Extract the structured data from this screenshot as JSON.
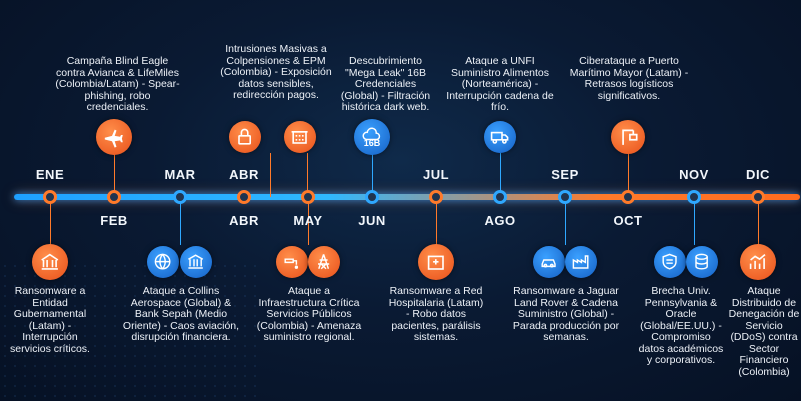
{
  "months": {
    "ene": "ENE",
    "feb": "FEB",
    "mar": "MAR",
    "abr1": "ABR",
    "abr2": "ABR",
    "may": "MAY",
    "jun": "JUN",
    "jul": "JUL",
    "ago": "AGO",
    "sep": "SEP",
    "oct": "OCT",
    "nov": "NOV",
    "dic": "DIC"
  },
  "events": {
    "feb": "Campaña Blind Eagle contra Avianca & LifeMiles (Colombia/Latam) - Spear-phishing, robo credenciales.",
    "abr": "Intrusiones Masivas a Colpensiones & EPM (Colombia) - Exposición datos sensibles, redirección pagos.",
    "jun": "Descubrimiento \"Mega Leak\" 16B Credenciales (Global) - Filtración histórica dark web.",
    "ago": "Ataque a UNFI Suministro Alimentos (Norteamérica) - Interrupción cadena de frío.",
    "oct": "Ciberataque a Puerto Marítimo Mayor (Latam) - Retrasos logísticos significativos.",
    "ene": "Ransomware a Entidad Gubernamental (Latam) - Interrupción servicios críticos.",
    "mar": "Ataque a Collins Aerospace (Global) & Bank Sepah (Medio Oriente) - Caos aviación, disrupción financiera.",
    "may": "Ataque a Infraestructura Crítica Servicios Públicos (Colombia) - Amenaza suministro regional.",
    "jul": "Ransomware a Red Hospitalaria (Latam) - Robo datos pacientes, parálisis sistemas.",
    "sep": "Ransomware a Jaguar Land Rover & Cadena Suministro (Global) - Parada producción por semanas.",
    "nov": "Brecha Univ. Pennsylvania & Oracle (Global/EE.UU.) - Compromiso datos académicos y corporativos.",
    "dic": "Ataque Distribuido de Denegación de Servicio (DDoS) contra Sector Financiero (Colombia)"
  },
  "icon_labels": {
    "jun": "16B"
  },
  "colors": {
    "orange": "#ff7a2a",
    "blue": "#2fa8ff",
    "background": "#0a1a33"
  },
  "icons": {
    "feb": "plane-mail-icon",
    "abr_a": "lock-icon",
    "abr_b": "building-icon",
    "jun": "cloud-icon",
    "ago": "truck-icon",
    "oct": "crane-icon",
    "ene": "government-building-icon",
    "mar_a": "globe-icon",
    "mar_b": "bank-icon",
    "may_a": "water-tap-icon",
    "may_b": "power-tower-icon",
    "jul": "hospital-icon",
    "sep_a": "car-icon",
    "sep_b": "factory-icon",
    "nov_a": "university-shield-icon",
    "nov_b": "database-icon",
    "dic": "finance-chart-icon"
  }
}
